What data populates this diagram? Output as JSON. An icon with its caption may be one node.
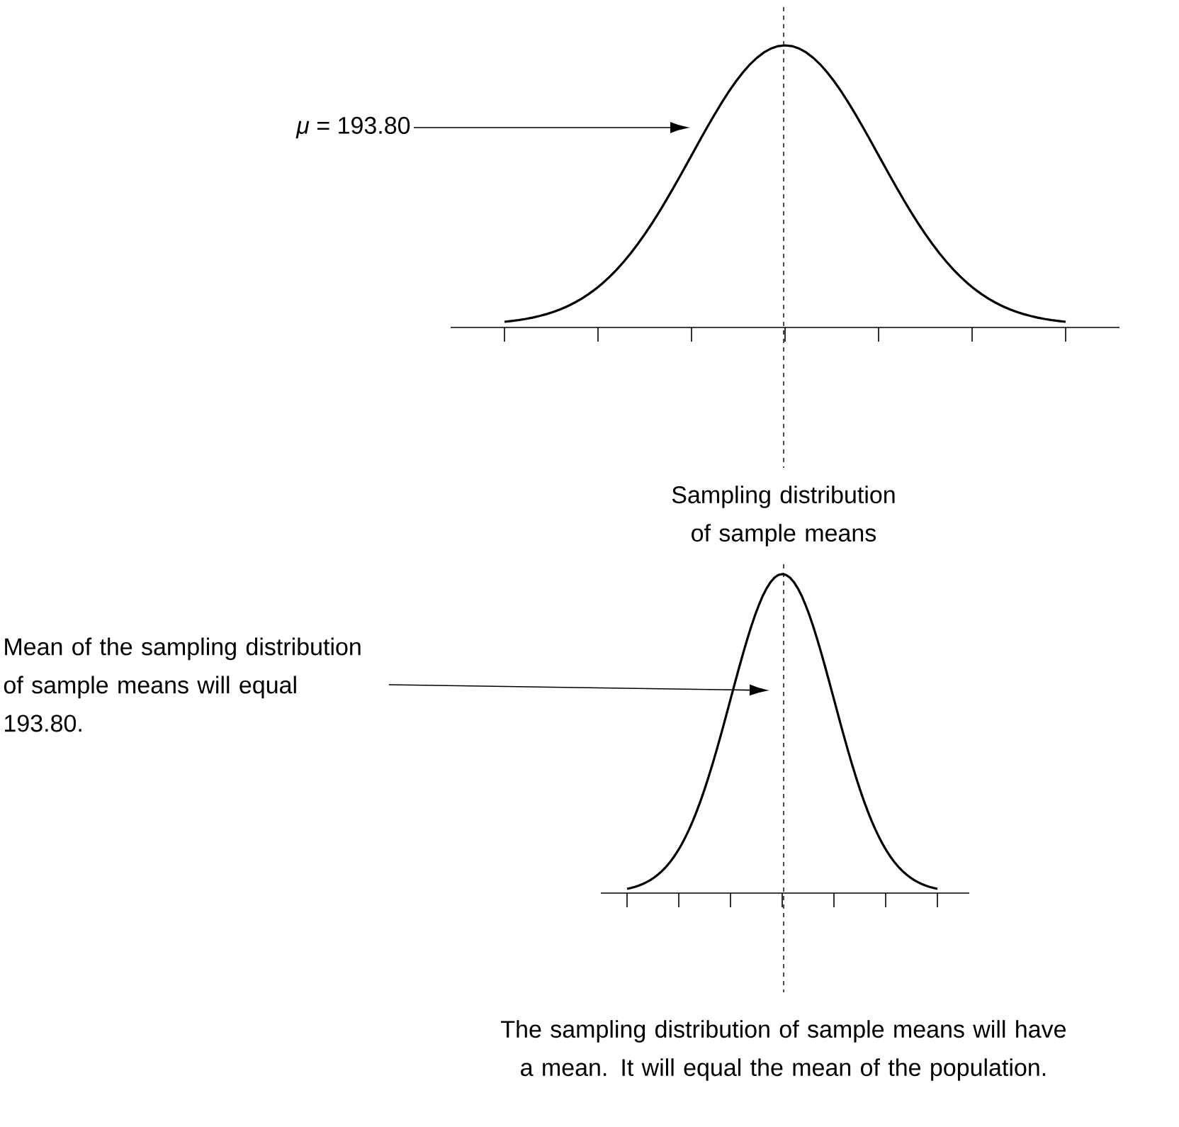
{
  "diagram": {
    "nodes": [
      {
        "text": [
          "*μ* = 193.80"
        ]
      },
      {
        "text": [
          "Mean of the sampling distribution of sample means will equal 193.80."
        ]
      }
    ],
    "edges": [
      {
        "from": 0,
        "to": null,
        "arrow": "to"
      },
      {
        "from": 1,
        "to": null,
        "arrow": "to"
      }
    ],
    "labels": [
      "Sampling distribution of sample means",
      "The sampling distribution of sample means will have a mean. It will equal the mean of the population."
    ]
  }
}
